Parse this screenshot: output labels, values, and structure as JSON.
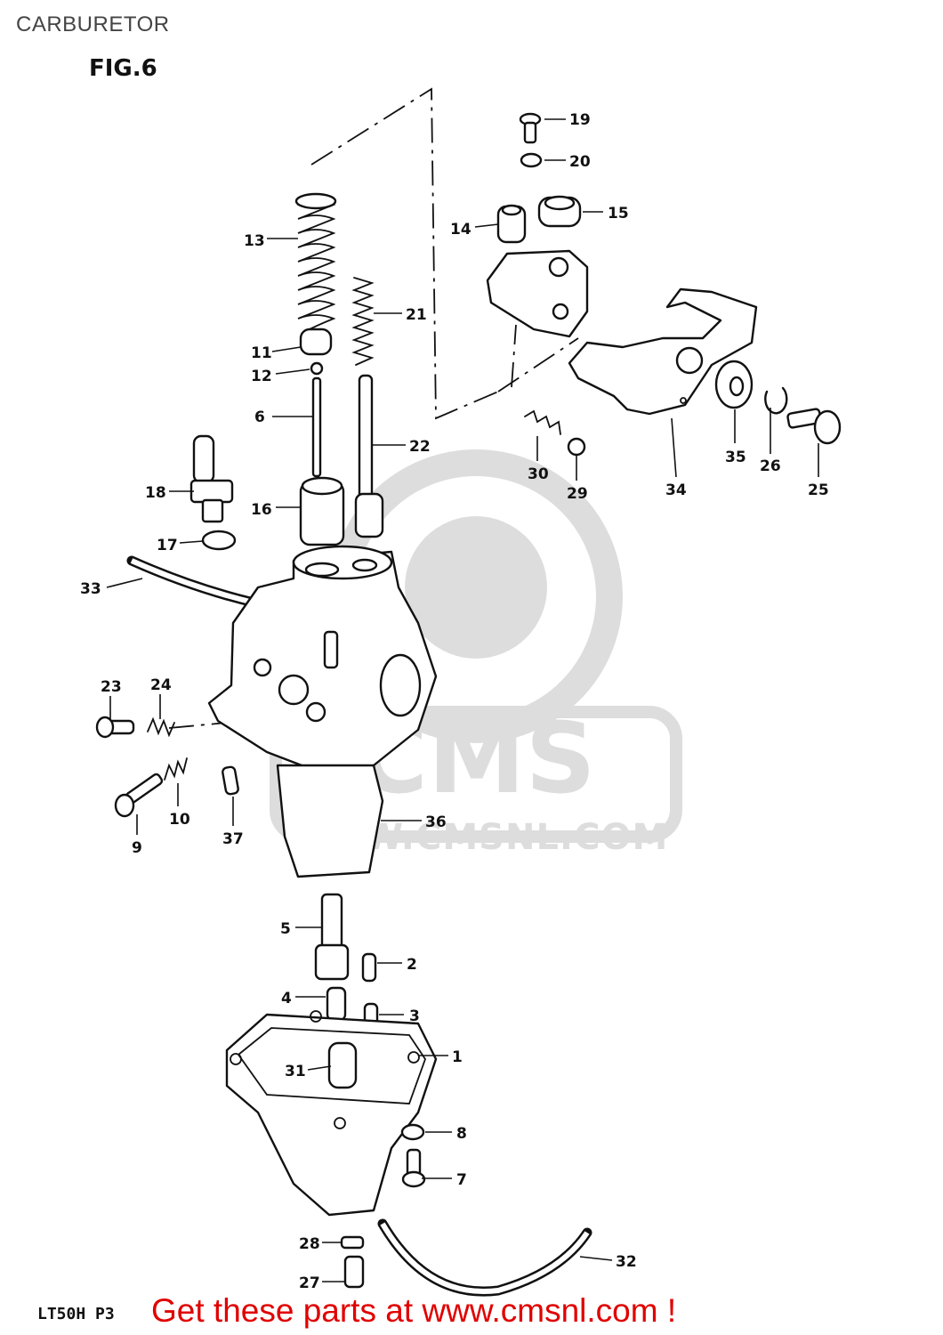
{
  "header": {
    "title": "CARBURETOR",
    "figure": "FIG.6"
  },
  "watermark": {
    "brand": "CMS",
    "url": "WWW.CMSNL.COM"
  },
  "callouts": [
    {
      "id": "c19",
      "label": "19"
    },
    {
      "id": "c20",
      "label": "20"
    },
    {
      "id": "c14",
      "label": "14"
    },
    {
      "id": "c15",
      "label": "15"
    },
    {
      "id": "c13",
      "label": "13"
    },
    {
      "id": "c21",
      "label": "21"
    },
    {
      "id": "c11",
      "label": "11"
    },
    {
      "id": "c12",
      "label": "12"
    },
    {
      "id": "c6",
      "label": "6"
    },
    {
      "id": "c22",
      "label": "22"
    },
    {
      "id": "c30",
      "label": "30"
    },
    {
      "id": "c29",
      "label": "29"
    },
    {
      "id": "c34",
      "label": "34"
    },
    {
      "id": "c35",
      "label": "35"
    },
    {
      "id": "c26",
      "label": "26"
    },
    {
      "id": "c25",
      "label": "25"
    },
    {
      "id": "c18",
      "label": "18"
    },
    {
      "id": "c16",
      "label": "16"
    },
    {
      "id": "c17",
      "label": "17"
    },
    {
      "id": "c33",
      "label": "33"
    },
    {
      "id": "c23",
      "label": "23"
    },
    {
      "id": "c24",
      "label": "24"
    },
    {
      "id": "c10",
      "label": "10"
    },
    {
      "id": "c9",
      "label": "9"
    },
    {
      "id": "c37",
      "label": "37"
    },
    {
      "id": "c36",
      "label": "36"
    },
    {
      "id": "c5",
      "label": "5"
    },
    {
      "id": "c2",
      "label": "2"
    },
    {
      "id": "c4",
      "label": "4"
    },
    {
      "id": "c3",
      "label": "3"
    },
    {
      "id": "c1",
      "label": "1"
    },
    {
      "id": "c31",
      "label": "31"
    },
    {
      "id": "c8",
      "label": "8"
    },
    {
      "id": "c7",
      "label": "7"
    },
    {
      "id": "c28",
      "label": "28"
    },
    {
      "id": "c32",
      "label": "32"
    },
    {
      "id": "c27",
      "label": "27"
    }
  ],
  "footer": {
    "model": "LT50H P3",
    "cta": "Get these parts at www.cmsnl.com !"
  }
}
